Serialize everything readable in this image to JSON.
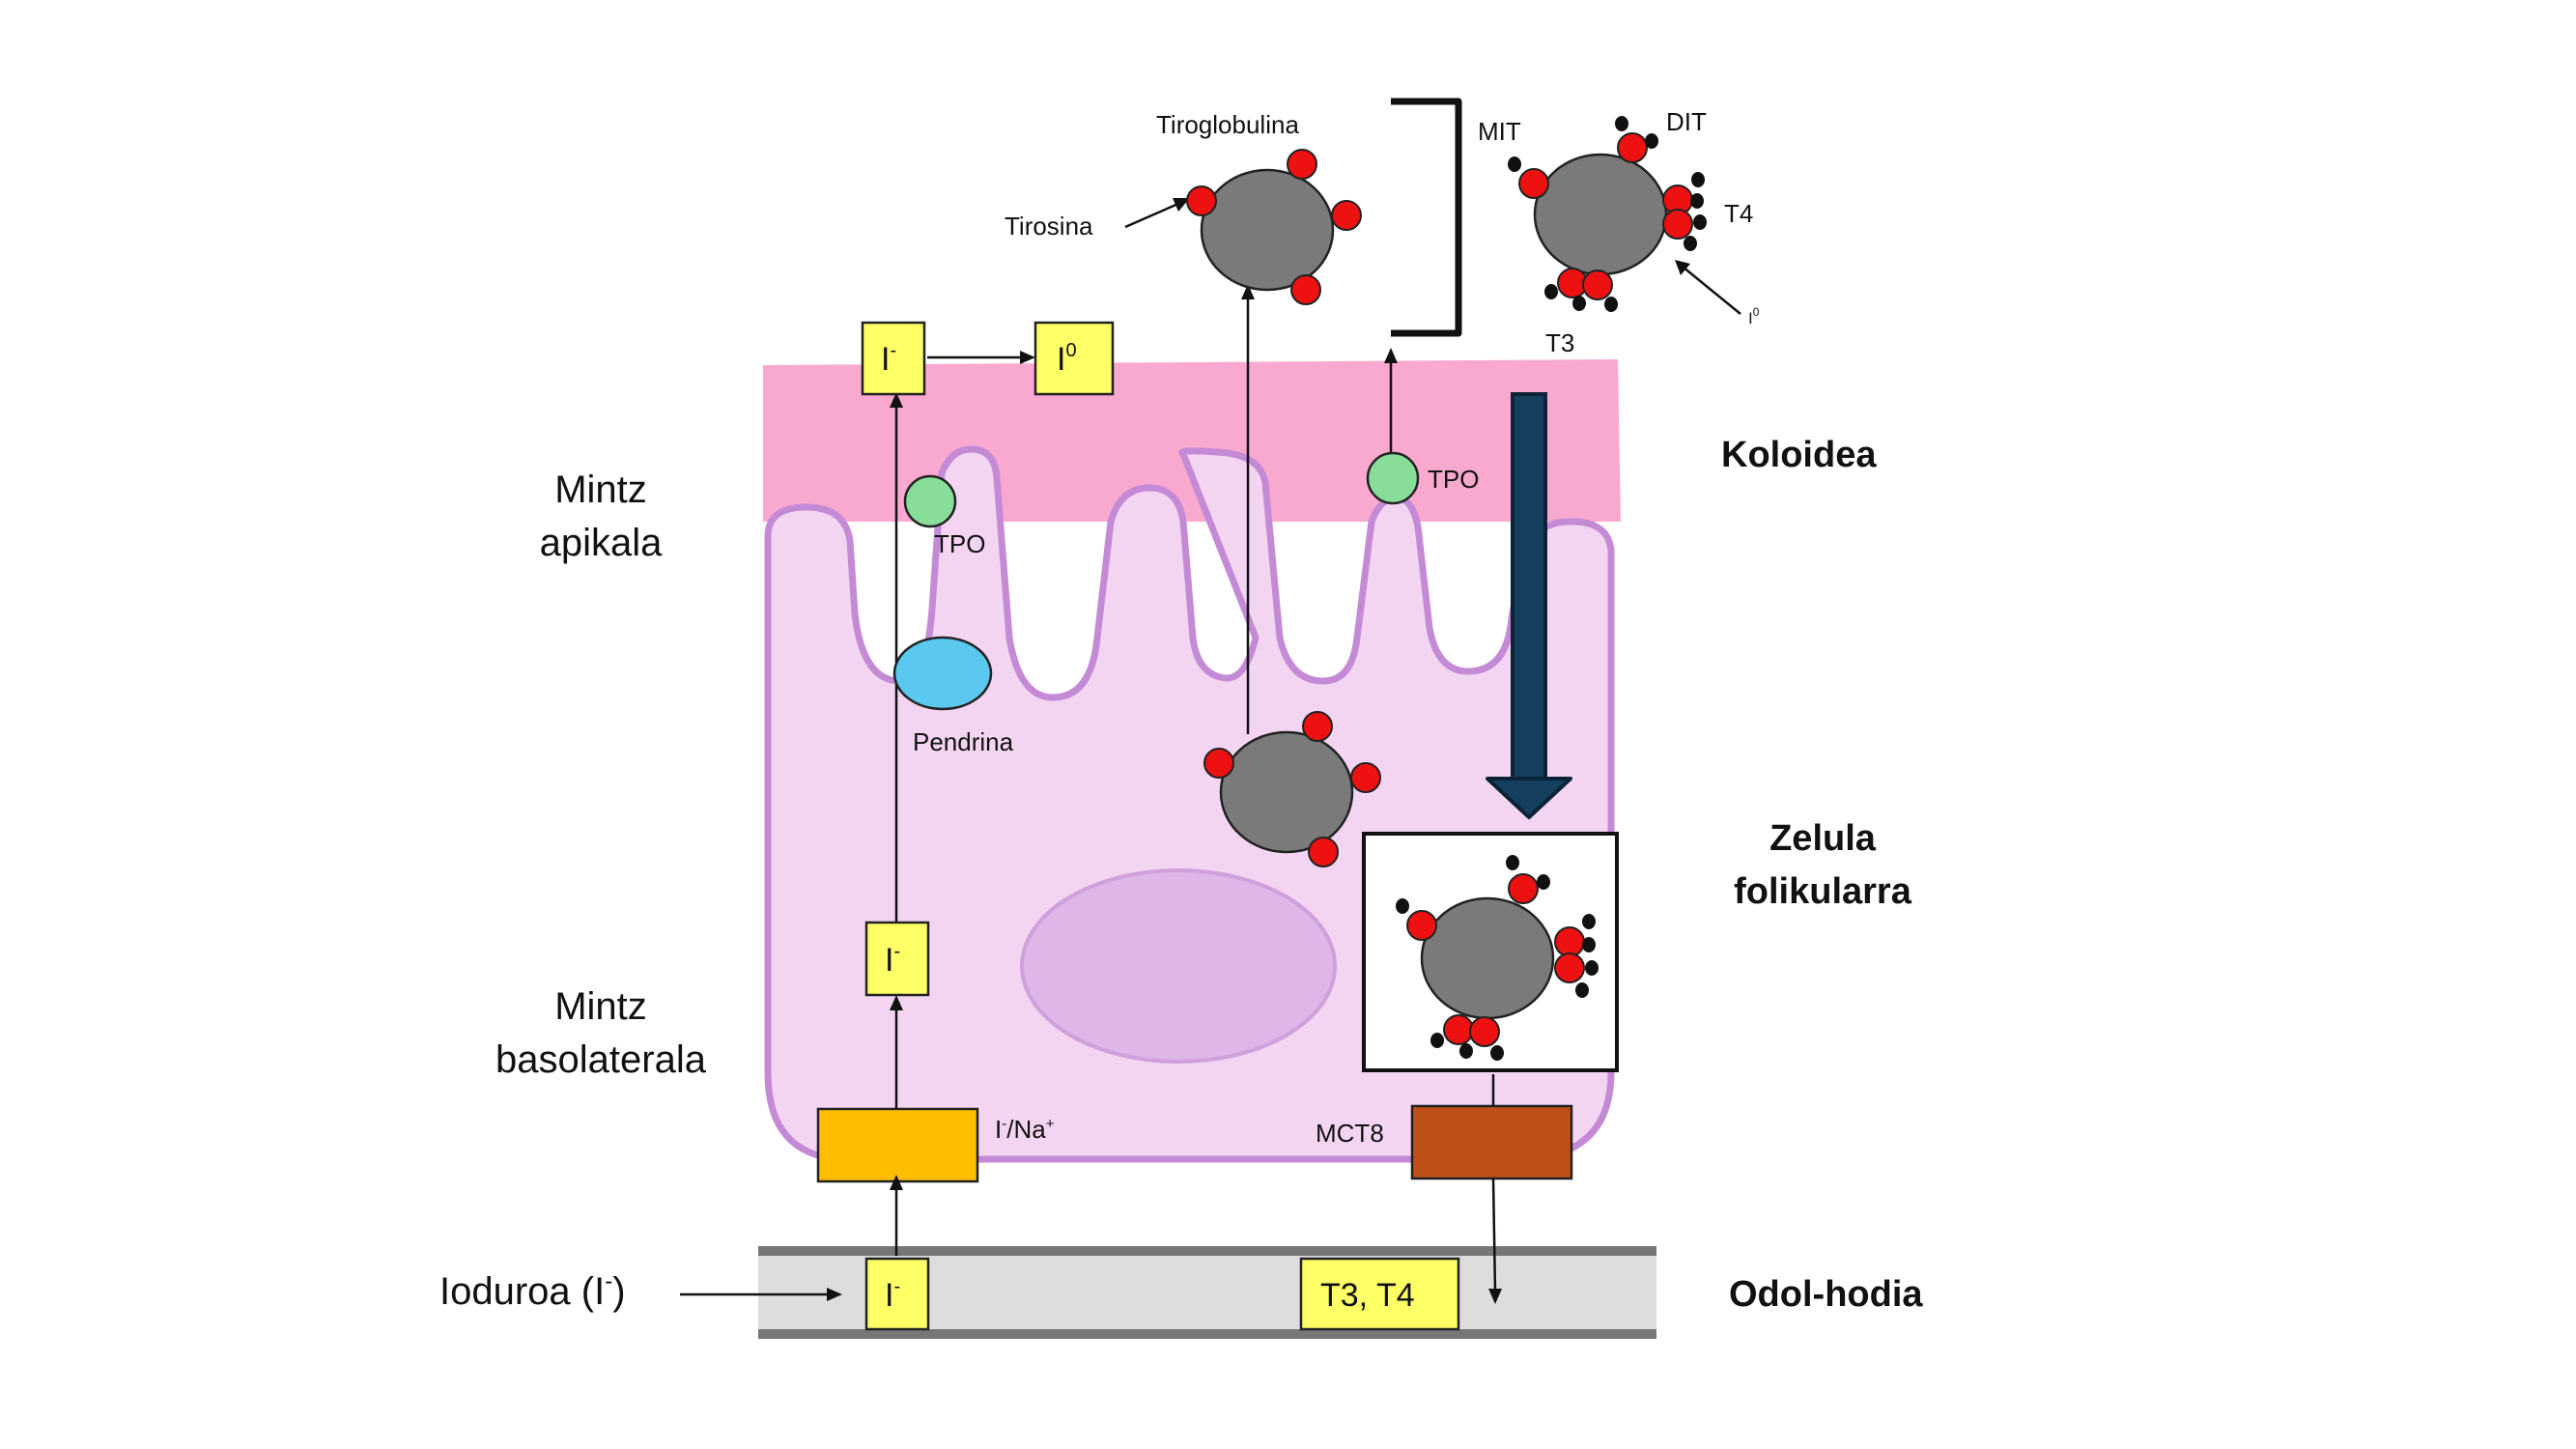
{
  "labels": {
    "koloidea": "Koloidea",
    "zelula_line1": "Zelula",
    "zelula_line2": "folikularra",
    "odol_hodia": "Odol-hodia",
    "mintz_apikala_line1": "Mintz",
    "mintz_apikala_line2": "apikala",
    "mintz_basolaterala_line1": "Mintz",
    "mintz_basolaterala_line2": "basolaterala",
    "ioduroa_base": "Ioduroa (I",
    "ioduroa_sup": "-",
    "ioduroa_end": ")",
    "tiroglobulina": "Tiroglobulina",
    "tirosina": "Tirosina",
    "mit": "MIT",
    "dit": "DIT",
    "t4": "T4",
    "t3": "T3",
    "i0_small_base": "I",
    "i0_small_sup": "0",
    "tpo_left": "TPO",
    "tpo_right": "TPO",
    "pendrina": "Pendrina",
    "symporter_base": "I",
    "symporter_sup1": "-",
    "symporter_mid": "/Na",
    "symporter_sup2": "+",
    "mct8": "MCT8",
    "box_iodide_base": "I",
    "box_iodide_sup": "-",
    "box_i0_base": "I",
    "box_i0_sup": "0",
    "box_t3t4": "T3, T4"
  },
  "colors": {
    "colloid": "#f9a8d0",
    "cell": "#f3d5f2",
    "membrane": "#c48ad6",
    "nucleus": "#dfb6e8",
    "vessel": "#dddddd",
    "vessel_wall": "#777777",
    "label_box": "#ffff66",
    "symporter": "#ffbf00",
    "mct8": "#c0501a",
    "tpo": "#88dd99",
    "pendrina": "#5bc8f0",
    "globulin": "#7a7a7a",
    "iodine_red": "#ee1111",
    "arrow_big": "#153f5f"
  }
}
